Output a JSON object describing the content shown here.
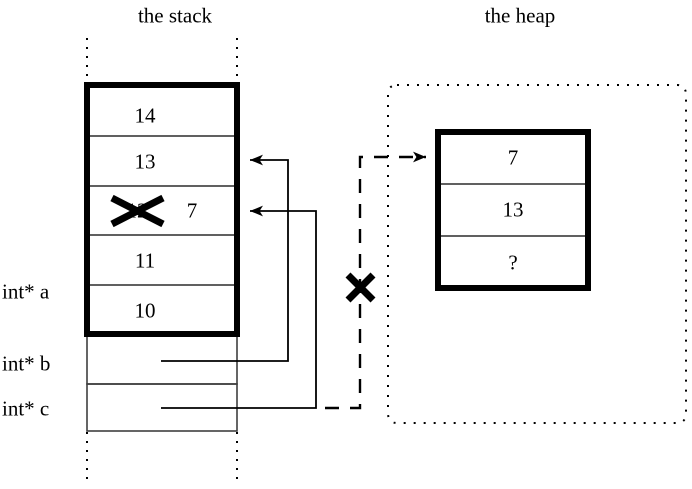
{
  "diagram": {
    "type": "memory-layout",
    "titles": {
      "stack": "the stack",
      "heap": "the heap"
    },
    "stack": {
      "cells": [
        {
          "id": "s14",
          "value": "14",
          "struck": false
        },
        {
          "id": "s13",
          "value": "13",
          "struck": false
        },
        {
          "id": "s12",
          "value": "12",
          "struck": true,
          "new_value": "7"
        },
        {
          "id": "s11",
          "value": "11",
          "struck": false
        },
        {
          "id": "s10",
          "value": "10",
          "struck": false
        }
      ],
      "pointer_labels": [
        {
          "id": "a",
          "label": "int* a"
        },
        {
          "id": "b",
          "label": "int* b"
        },
        {
          "id": "c",
          "label": "int* c"
        }
      ]
    },
    "heap": {
      "cells": [
        {
          "id": "h0",
          "value": "7"
        },
        {
          "id": "h1",
          "value": "13"
        },
        {
          "id": "h2",
          "value": "?"
        }
      ]
    },
    "marks": {
      "struck_cell_x": "X",
      "broken_link_x": "X"
    },
    "edges": [
      {
        "id": "b-to-stack-13",
        "from": "int* b",
        "to": "stack cell 13",
        "style": "solid",
        "arrow": true
      },
      {
        "id": "c-to-stack-12",
        "from": "int* c",
        "to": "stack cell 12",
        "style": "solid",
        "arrow": true
      },
      {
        "id": "c-to-heap",
        "from": "int* c",
        "to": "heap cell 7",
        "style": "dashed",
        "arrow": true,
        "invalidated": true
      }
    ],
    "colors": {
      "ink": "#000000",
      "background": "#ffffff",
      "thin_rule": "#4a4a4a"
    }
  }
}
